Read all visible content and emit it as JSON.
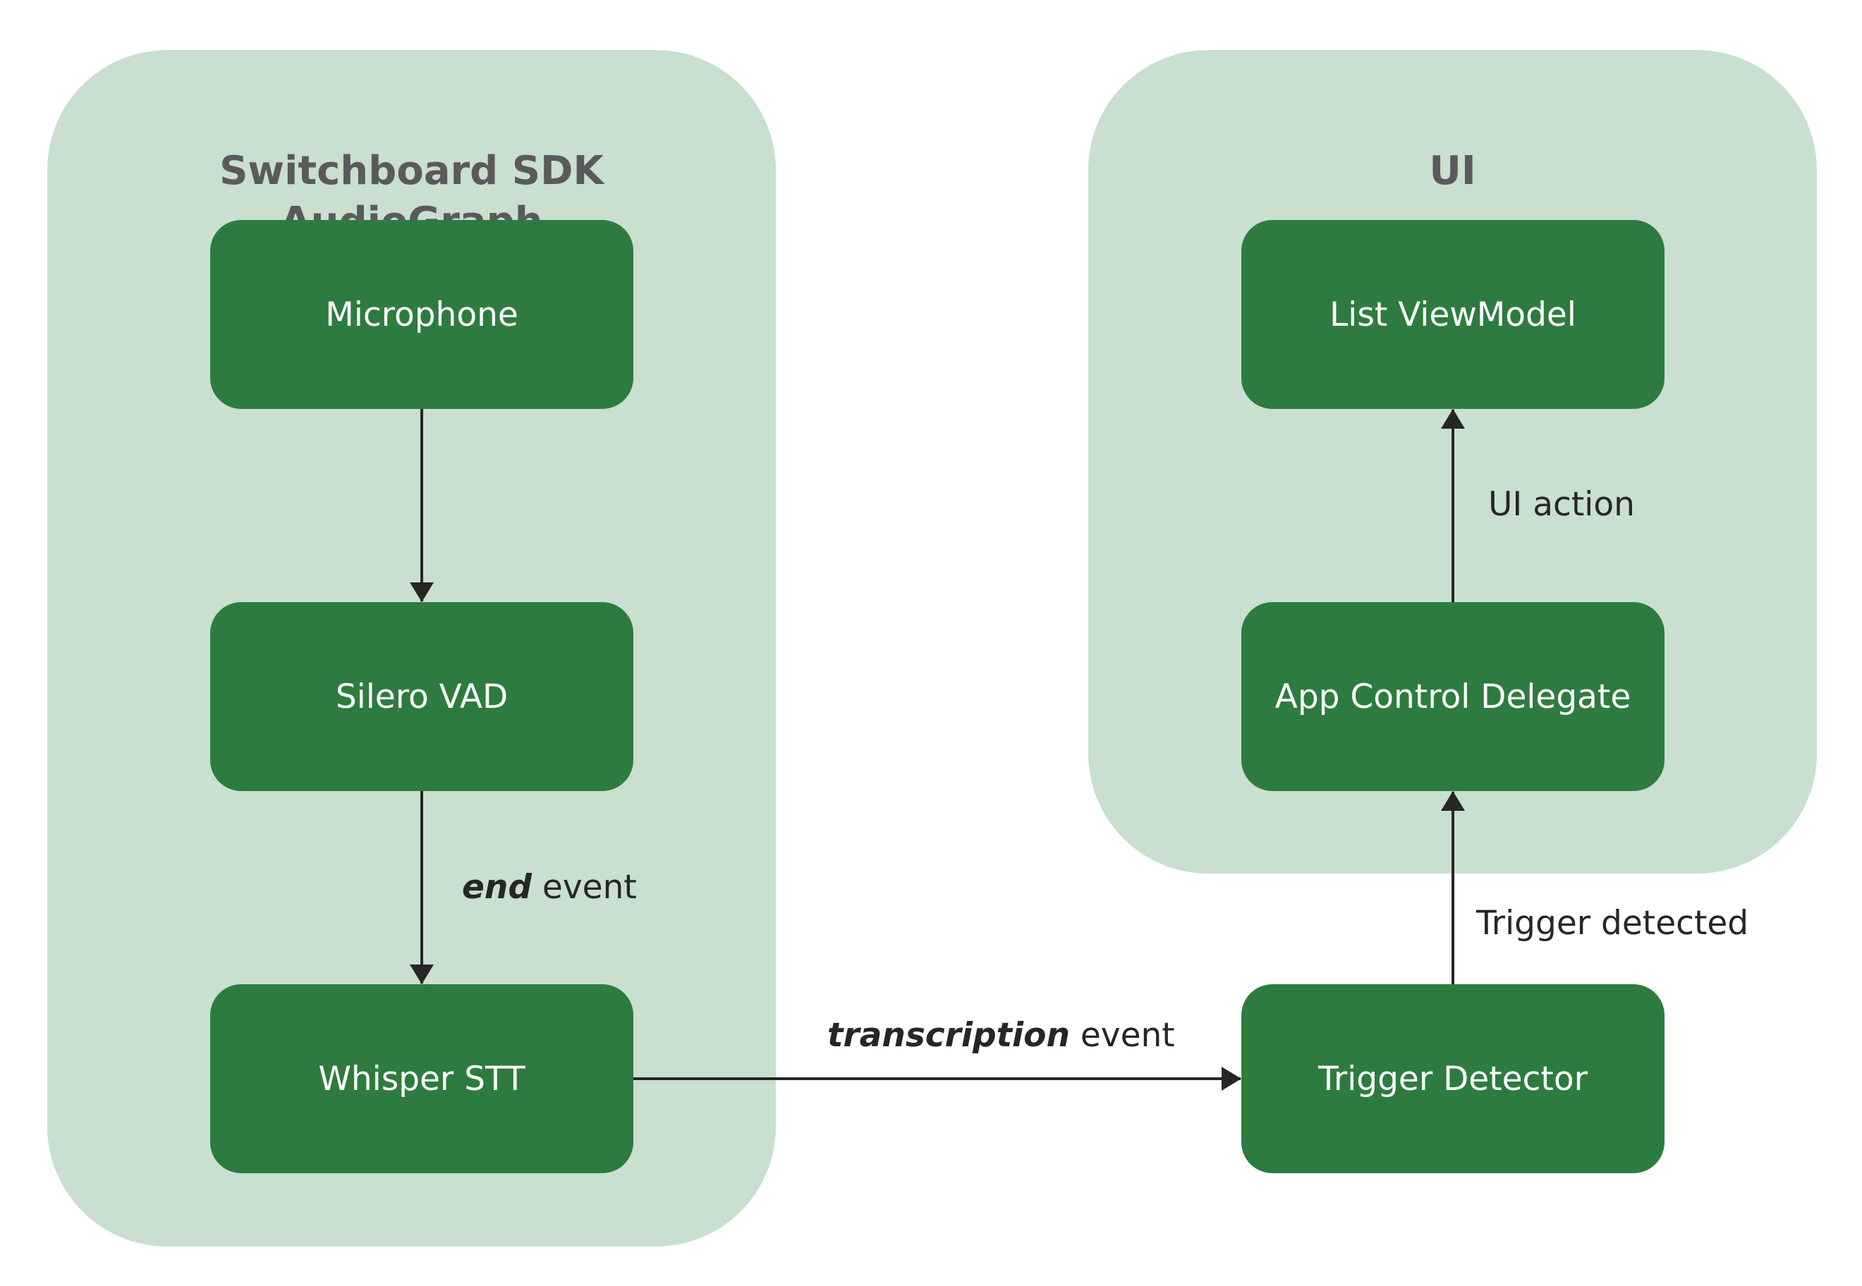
{
  "colors": {
    "group_fill": "#c9dfcf",
    "group_title": "#5a5a5a",
    "node_fill": "#2e7b40",
    "node_text": "#ffffff",
    "edge": "#262626",
    "label_text": "#262626"
  },
  "groups": {
    "left": {
      "title_line1": "Switchboard SDK",
      "title_line2": "AudioGraph"
    },
    "right": {
      "title": "UI"
    }
  },
  "nodes": {
    "microphone": "Microphone",
    "silero_vad": "Silero VAD",
    "whisper_stt": "Whisper STT",
    "list_viewmodel": "List ViewModel",
    "app_control_delegate": "App Control Delegate",
    "trigger_detector": "Trigger Detector"
  },
  "edges": {
    "vad_to_whisper": {
      "emph": "end",
      "rest": " event"
    },
    "whisper_to_trigger": {
      "emph": "transcription",
      "rest": " event"
    },
    "trigger_to_delegate": "Trigger detected",
    "delegate_to_viewmodel": "UI action"
  }
}
